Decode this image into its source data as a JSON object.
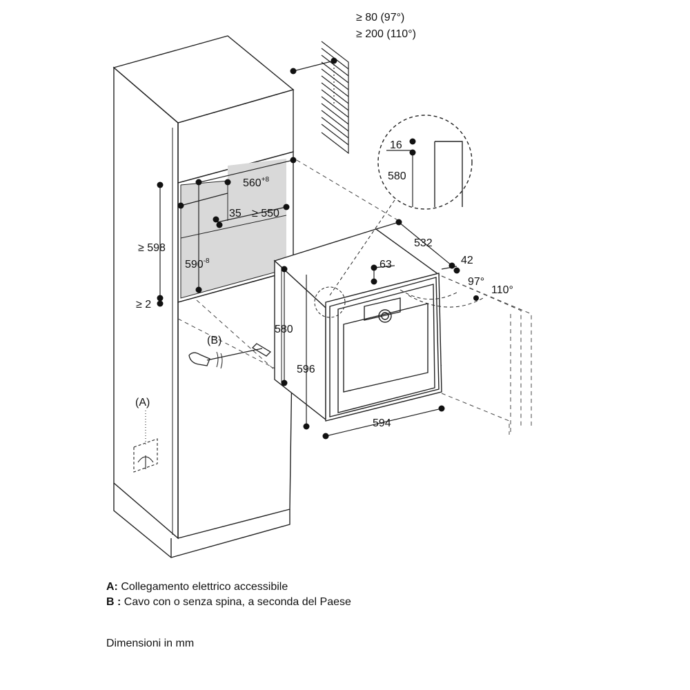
{
  "vent": {
    "line1": "≥ 80 (97°)",
    "line2": "≥ 200 (110°)"
  },
  "detail": {
    "top": "16",
    "height": "580"
  },
  "niche": {
    "width_base": "560",
    "width_tol": "+8",
    "depth": "≥ 550",
    "offset": "35",
    "height_base": "590",
    "height_tol": "-8",
    "cabinet_height": "≥ 598",
    "gap": "≥ 2"
  },
  "oven": {
    "depth": "532",
    "front": "42",
    "control": "63",
    "angle1": "97°",
    "angle2": "110°",
    "body_height": "580",
    "front_height": "596",
    "width": "594"
  },
  "labels": {
    "a": "(A)",
    "b": "(B)"
  },
  "legend": {
    "a_key": "A:",
    "a_text": "Collegamento elettrico accessibile",
    "b_key": "B :",
    "b_text": "Cavo con o senza spina, a seconda del Paese"
  },
  "units": "Dimensioni in mm"
}
